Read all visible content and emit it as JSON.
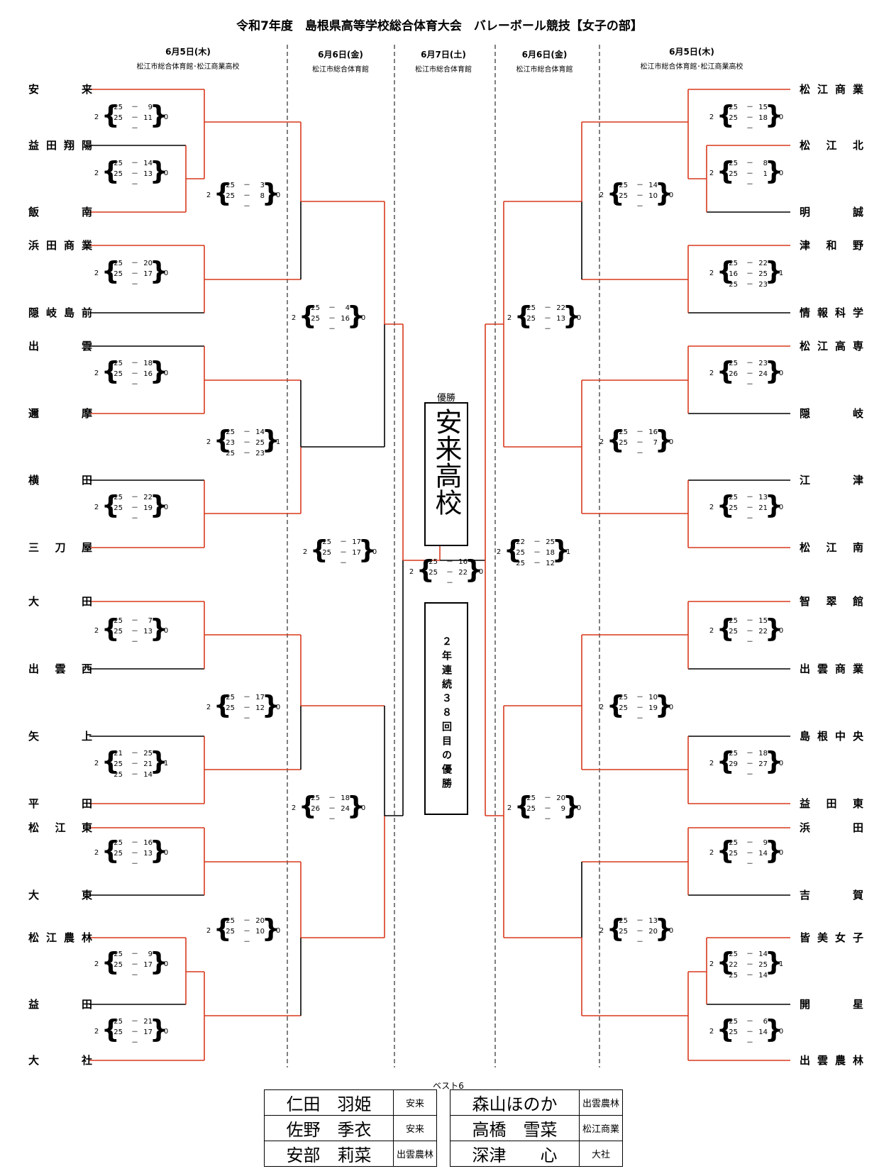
{
  "title": "令和7年度　島根県高等学校総合体育大会　バレーボール競技【女子の部】",
  "days": [
    {
      "date": "6月5日(木)",
      "venue": "松江市総合体育館･松江商業高校"
    },
    {
      "date": "6月6日(金)",
      "venue": "松江市総合体育館"
    },
    {
      "date": "6月7日(土)",
      "venue": "松江市総合体育館"
    },
    {
      "date": "6月6日(金)",
      "venue": "松江市総合体育館"
    },
    {
      "date": "6月5日(木)",
      "venue": "松江市総合体育館･松江商業高校"
    }
  ],
  "left_teams": [
    "安来",
    "益田翔陽",
    "飯南",
    "浜田商業",
    "隠岐島前",
    "出雲",
    "邇摩",
    "横田",
    "三刀屋",
    "大田",
    "出雲西",
    "矢上",
    "平田",
    "松江東",
    "大東",
    "松江農林",
    "益田",
    "大社"
  ],
  "right_teams": [
    "松江商業",
    "松江北",
    "明誠",
    "津和野",
    "情報科学",
    "松江高専",
    "隠岐",
    "江津",
    "松江南",
    "智翠館",
    "出雲商業",
    "島根中央",
    "益田東",
    "浜田",
    "吉賀",
    "皆美女子",
    "開星",
    "出雲農林"
  ],
  "scores": {
    "l1_1": {
      "w": "2",
      "l": "0",
      "sets": [
        [
          "25",
          "9"
        ],
        [
          "25",
          "11"
        ],
        [
          "",
          ""
        ]
      ]
    },
    "l1_2": {
      "w": "2",
      "l": "0",
      "sets": [
        [
          "25",
          "14"
        ],
        [
          "25",
          "13"
        ],
        [
          "",
          ""
        ]
      ]
    },
    "l1_3": {
      "w": "2",
      "l": "0",
      "sets": [
        [
          "25",
          "20"
        ],
        [
          "25",
          "17"
        ],
        [
          "",
          ""
        ]
      ]
    },
    "l1_4": {
      "w": "2",
      "l": "0",
      "sets": [
        [
          "25",
          "18"
        ],
        [
          "25",
          "16"
        ],
        [
          "",
          ""
        ]
      ]
    },
    "l1_5": {
      "w": "2",
      "l": "0",
      "sets": [
        [
          "25",
          "22"
        ],
        [
          "25",
          "19"
        ],
        [
          "",
          ""
        ]
      ]
    },
    "l1_6": {
      "w": "2",
      "l": "0",
      "sets": [
        [
          "25",
          "7"
        ],
        [
          "25",
          "13"
        ],
        [
          "",
          ""
        ]
      ]
    },
    "l1_7": {
      "w": "2",
      "l": "1",
      "sets": [
        [
          "21",
          "25"
        ],
        [
          "25",
          "21"
        ],
        [
          "25",
          "14"
        ]
      ]
    },
    "l1_8": {
      "w": "2",
      "l": "0",
      "sets": [
        [
          "25",
          "16"
        ],
        [
          "25",
          "13"
        ],
        [
          "",
          ""
        ]
      ]
    },
    "l1_9": {
      "w": "2",
      "l": "0",
      "sets": [
        [
          "25",
          "9"
        ],
        [
          "25",
          "17"
        ],
        [
          "",
          ""
        ]
      ]
    },
    "l1_10": {
      "w": "2",
      "l": "0",
      "sets": [
        [
          "25",
          "21"
        ],
        [
          "25",
          "17"
        ],
        [
          "",
          ""
        ]
      ]
    },
    "l2_1": {
      "w": "2",
      "l": "0",
      "sets": [
        [
          "25",
          "3"
        ],
        [
          "25",
          "8"
        ],
        [
          "",
          ""
        ]
      ]
    },
    "l2_2": {
      "w": "2",
      "l": "1",
      "sets": [
        [
          "25",
          "14"
        ],
        [
          "23",
          "25"
        ],
        [
          "25",
          "23"
        ]
      ]
    },
    "l2_3": {
      "w": "2",
      "l": "0",
      "sets": [
        [
          "25",
          "17"
        ],
        [
          "25",
          "12"
        ],
        [
          "",
          ""
        ]
      ]
    },
    "l2_4": {
      "w": "2",
      "l": "0",
      "sets": [
        [
          "25",
          "20"
        ],
        [
          "25",
          "10"
        ],
        [
          "",
          ""
        ]
      ]
    },
    "l3_1": {
      "w": "2",
      "l": "0",
      "sets": [
        [
          "25",
          "4"
        ],
        [
          "25",
          "16"
        ],
        [
          "",
          ""
        ]
      ]
    },
    "l3_2": {
      "w": "2",
      "l": "0",
      "sets": [
        [
          "25",
          "17"
        ],
        [
          "25",
          "17"
        ],
        [
          "",
          ""
        ]
      ]
    },
    "l3_3": {
      "w": "2",
      "l": "0",
      "sets": [
        [
          "25",
          "18"
        ],
        [
          "26",
          "24"
        ],
        [
          "",
          ""
        ]
      ]
    },
    "final": {
      "w": "2",
      "l": "0",
      "sets": [
        [
          "25",
          "16"
        ],
        [
          "25",
          "22"
        ],
        [
          "",
          ""
        ]
      ]
    },
    "r3_1": {
      "w": "2",
      "l": "0",
      "sets": [
        [
          "25",
          "22"
        ],
        [
          "25",
          "13"
        ],
        [
          "",
          ""
        ]
      ]
    },
    "r3_2": {
      "w": "2",
      "l": "1",
      "sets": [
        [
          "22",
          "25"
        ],
        [
          "25",
          "18"
        ],
        [
          "25",
          "12"
        ]
      ]
    },
    "r3_3": {
      "w": "2",
      "l": "0",
      "sets": [
        [
          "25",
          "20"
        ],
        [
          "25",
          "9"
        ],
        [
          "",
          ""
        ]
      ]
    },
    "r2_1": {
      "w": "2",
      "l": "0",
      "sets": [
        [
          "25",
          "14"
        ],
        [
          "25",
          "10"
        ],
        [
          "",
          ""
        ]
      ]
    },
    "r2_2": {
      "w": "2",
      "l": "0",
      "sets": [
        [
          "25",
          "16"
        ],
        [
          "25",
          "7"
        ],
        [
          "",
          ""
        ]
      ]
    },
    "r2_3": {
      "w": "2",
      "l": "0",
      "sets": [
        [
          "25",
          "10"
        ],
        [
          "25",
          "19"
        ],
        [
          "",
          ""
        ]
      ]
    },
    "r2_4": {
      "w": "2",
      "l": "0",
      "sets": [
        [
          "25",
          "13"
        ],
        [
          "25",
          "20"
        ],
        [
          "",
          ""
        ]
      ]
    },
    "r1_1": {
      "w": "2",
      "l": "0",
      "sets": [
        [
          "25",
          "15"
        ],
        [
          "25",
          "18"
        ],
        [
          "",
          ""
        ]
      ]
    },
    "r1_2": {
      "w": "2",
      "l": "0",
      "sets": [
        [
          "25",
          "8"
        ],
        [
          "25",
          "1"
        ],
        [
          "",
          ""
        ]
      ]
    },
    "r1_3": {
      "w": "2",
      "l": "1",
      "sets": [
        [
          "25",
          "22"
        ],
        [
          "16",
          "25"
        ],
        [
          "25",
          "23"
        ]
      ]
    },
    "r1_4": {
      "w": "2",
      "l": "0",
      "sets": [
        [
          "25",
          "23"
        ],
        [
          "26",
          "24"
        ],
        [
          "",
          ""
        ]
      ]
    },
    "r1_5": {
      "w": "2",
      "l": "0",
      "sets": [
        [
          "25",
          "13"
        ],
        [
          "25",
          "21"
        ],
        [
          "",
          ""
        ]
      ]
    },
    "r1_6": {
      "w": "2",
      "l": "0",
      "sets": [
        [
          "25",
          "15"
        ],
        [
          "25",
          "22"
        ],
        [
          "",
          ""
        ]
      ]
    },
    "r1_7": {
      "w": "2",
      "l": "0",
      "sets": [
        [
          "25",
          "18"
        ],
        [
          "29",
          "27"
        ],
        [
          "",
          ""
        ]
      ]
    },
    "r1_8": {
      "w": "2",
      "l": "0",
      "sets": [
        [
          "25",
          "9"
        ],
        [
          "25",
          "14"
        ],
        [
          "",
          ""
        ]
      ]
    },
    "r1_9": {
      "w": "2",
      "l": "1",
      "sets": [
        [
          "25",
          "14"
        ],
        [
          "22",
          "25"
        ],
        [
          "25",
          "14"
        ]
      ]
    },
    "r1_10": {
      "w": "2",
      "l": "0",
      "sets": [
        [
          "25",
          "6"
        ],
        [
          "25",
          "14"
        ],
        [
          "",
          ""
        ]
      ]
    }
  },
  "champion": {
    "label": "優勝",
    "name": "安来高校"
  },
  "streak": "２年連続３８回目の優勝",
  "best6": {
    "label": "ベスト6",
    "players": [
      {
        "name": "仁田　羽姫",
        "school": "安来"
      },
      {
        "name": "佐野　季衣",
        "school": "安来"
      },
      {
        "name": "安部　莉菜",
        "school": "出雲農林"
      },
      {
        "name": "森山ほのか",
        "school": "出雲農林"
      },
      {
        "name": "高橋　雪菜",
        "school": "松江商業"
      },
      {
        "name": "深津　　心",
        "school": "大社"
      }
    ]
  },
  "colors": {
    "win_line": "#d9391c",
    "line": "#000000"
  }
}
